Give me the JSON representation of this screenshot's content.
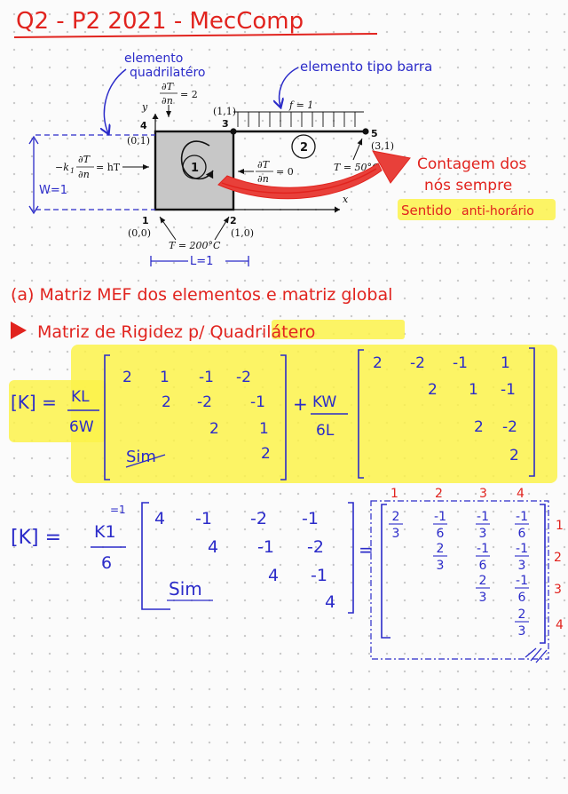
{
  "title": "Q2 - P2 2021 - MecComp",
  "colors": {
    "red": "#e1231e",
    "blue": "#2b2bc9",
    "highlight": "#fbf24a",
    "figure_fill": "#c7c7c7",
    "arrow_red": "#e8403a"
  },
  "annotations": {
    "elemento_quad": "elemento",
    "quadrilatero": "quadrilatéro",
    "elemento_barra": "elemento tipo barra",
    "contagem": "Contagem dos",
    "nos_sempre": "nós sempre",
    "sentido": "Sentido",
    "anti_horario": "anti-horário",
    "W_eq": "W=1",
    "L_eq": "L=1"
  },
  "figure": {
    "bc_top_num": "∂T",
    "bc_top_den": "∂n",
    "bc_top_val": "= 2",
    "bc_left_pre": "−k",
    "bc_left_sub": "1",
    "bc_left_num": "∂T",
    "bc_left_den": "∂n",
    "bc_left_val": "= hT",
    "bc_mid_num": "∂T",
    "bc_mid_den": "∂n",
    "bc_mid_val": "= 0",
    "axis_x": "x",
    "axis_y": "y",
    "load_label": "f = 1",
    "temp_right": "T = 50°C",
    "temp_bottom": "T = 200°C",
    "element1": "1",
    "element2": "2",
    "nodes": [
      {
        "id": "1",
        "coord": "(0,0)"
      },
      {
        "id": "2",
        "coord": "(1,0)"
      },
      {
        "id": "3",
        "coord": "(1,1)"
      },
      {
        "id": "4",
        "coord": "(0,1)"
      },
      {
        "id": "5",
        "coord": "(3,1)"
      }
    ]
  },
  "section_a": "(a) Matriz MEF dos elementos e matriz global",
  "subsection": "Matriz de Rigidez p/ Quadrilátero",
  "eq1": {
    "lhs": "[K] =",
    "coef1_num": "KL",
    "coef1_den": "6W",
    "m1": [
      [
        "2",
        "1",
        "-1",
        "-2"
      ],
      [
        "",
        "2",
        "-2",
        "-1"
      ],
      [
        "",
        "",
        "2",
        "1"
      ],
      [
        "",
        "",
        "",
        "2"
      ]
    ],
    "sim": "Sim",
    "plus": "+",
    "coef2_num": "KW",
    "coef2_den": "6L",
    "m2": [
      [
        "2",
        "-2",
        "-1",
        "1"
      ],
      [
        "",
        "2",
        "1",
        "-1"
      ],
      [
        "",
        "",
        "2",
        "-2"
      ],
      [
        "",
        "",
        "",
        "2"
      ]
    ]
  },
  "eq2": {
    "lhs": "[K] =",
    "coef_num": "K1",
    "coef_den": "6",
    "k_eq": "=1",
    "m": [
      [
        "4",
        "-1",
        "-2",
        "-1"
      ],
      [
        "",
        "4",
        "-1",
        "-2"
      ],
      [
        "",
        "",
        "4",
        "-1"
      ],
      [
        "",
        "",
        "",
        "4"
      ]
    ],
    "sim": "Sim",
    "eq": "=",
    "col_labels": [
      "1",
      "2",
      "3",
      "4"
    ],
    "row_labels": [
      "1",
      "2",
      "3",
      "4"
    ],
    "r": [
      [
        [
          "2",
          "3"
        ],
        [
          "-1",
          "6"
        ],
        [
          "-1",
          "3"
        ],
        [
          "-1",
          "6"
        ]
      ],
      [
        null,
        [
          "2",
          "3"
        ],
        [
          "-1",
          "6"
        ],
        [
          "-1",
          "3"
        ]
      ],
      [
        null,
        null,
        [
          "2",
          "3"
        ],
        [
          "-1",
          "6"
        ]
      ],
      [
        null,
        null,
        null,
        [
          "2",
          "3"
        ]
      ]
    ]
  }
}
